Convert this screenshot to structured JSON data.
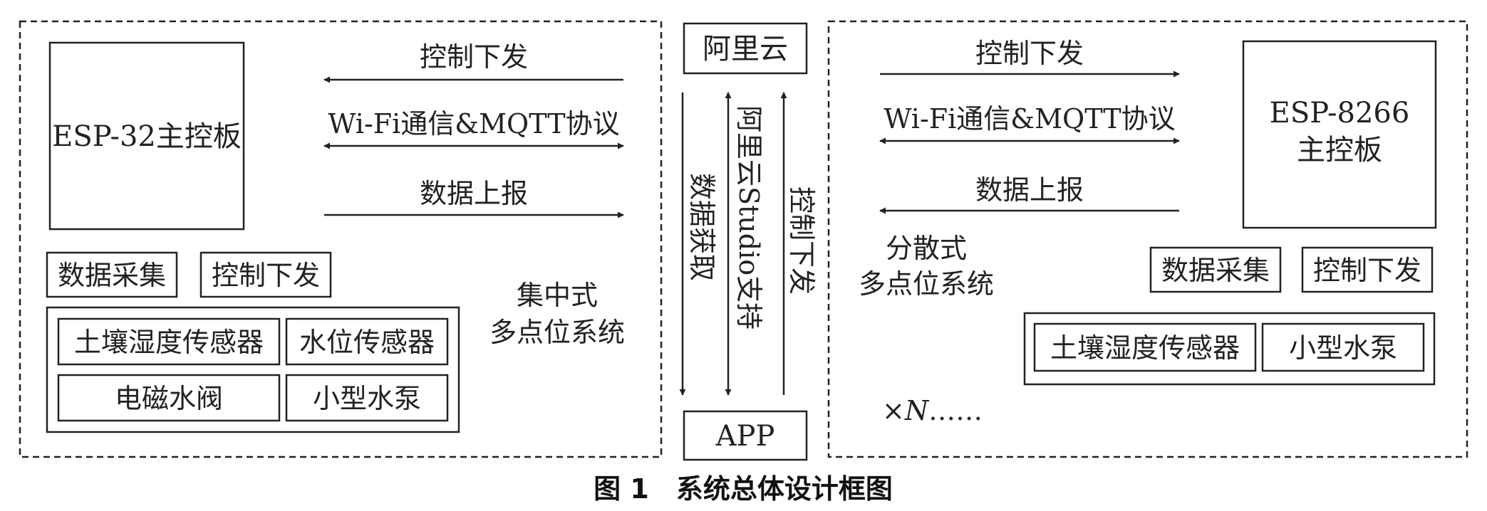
{
  "left_system": {
    "board_label": "ESP-32主控板",
    "ctrl_down": "控制下发",
    "comm": "Wi-Fi通信&MQTT协议",
    "data_up": "数据上报",
    "data_collect": "数据采集",
    "control_issue": "控制下发",
    "soil_sensor": "土壤湿度传感器",
    "water_level_sensor": "水位传感器",
    "solenoid_valve": "电磁水阀",
    "small_pump": "小型水泵",
    "system_label_line1": "集中式",
    "system_label_line2": "多点位系统"
  },
  "center": {
    "cloud": "阿里云",
    "app": "APP",
    "data_fetch": "数据获取",
    "studio_support": "阿里云Studio支持",
    "ctrl_down": "控制下发"
  },
  "right_system": {
    "board_line1": "ESP-8266",
    "board_line2": "主控板",
    "ctrl_down": "控制下发",
    "comm": "Wi-Fi通信&MQTT协议",
    "data_up": "数据上报",
    "system_label_line1": "分散式",
    "system_label_line2": "多点位系统",
    "data_collect": "数据采集",
    "control_issue": "控制下发",
    "soil_sensor": "土壤湿度传感器",
    "small_pump": "小型水泵",
    "multiplier_prefix": "×",
    "multiplier_n": "N",
    "multiplier_suffix": "……"
  },
  "caption": "图 1　系统总体设计框图"
}
